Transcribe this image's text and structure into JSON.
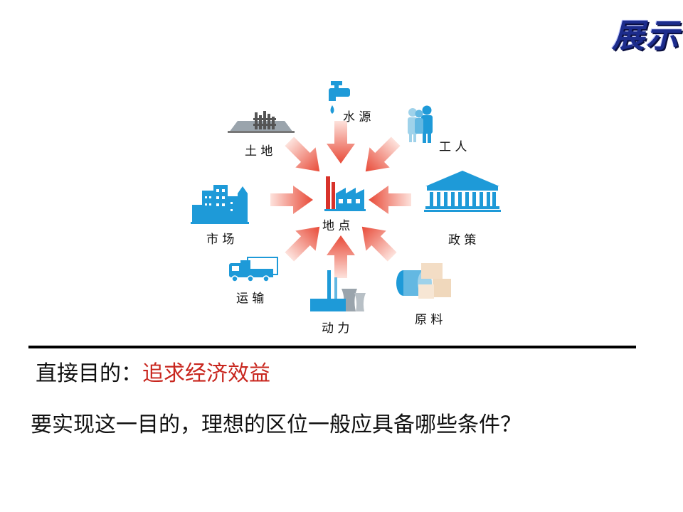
{
  "badge": "展示",
  "diagram": {
    "center_label": "地 点",
    "factors": [
      {
        "id": "water",
        "label": "水 源",
        "icon": "faucet-icon"
      },
      {
        "id": "workers",
        "label": "工 人",
        "icon": "workers-icon"
      },
      {
        "id": "policy",
        "label": "政 策",
        "icon": "government-building-icon"
      },
      {
        "id": "materials",
        "label": "原 料",
        "icon": "raw-materials-icon"
      },
      {
        "id": "power",
        "label": "动 力",
        "icon": "power-plant-icon"
      },
      {
        "id": "transport",
        "label": "运 输",
        "icon": "truck-icon"
      },
      {
        "id": "market",
        "label": "市 场",
        "icon": "city-buildings-icon"
      },
      {
        "id": "land",
        "label": "土 地",
        "icon": "land-icon"
      }
    ],
    "colors": {
      "icon_blue": "#1e9ad8",
      "arrow_red": "#e84a38",
      "arrow_light": "#fbd0c8",
      "factory_red": "#d8322a"
    }
  },
  "text": {
    "line1_prefix": "直接目的：",
    "line1_highlight": "追求经济效益",
    "line2": "要实现这一目的，理想的区位一般应具备哪些条件？"
  }
}
